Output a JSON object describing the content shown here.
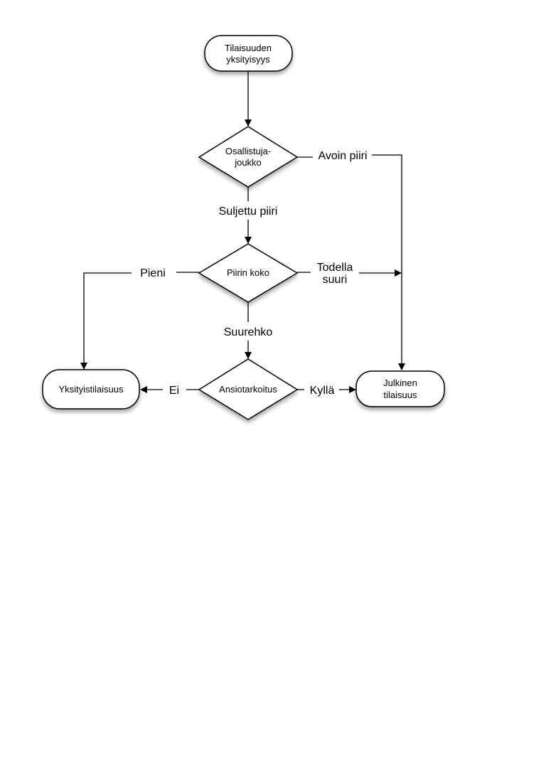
{
  "nodes": {
    "start": {
      "line1": "Tilaisuuden",
      "line2": "yksityisyys"
    },
    "participants": {
      "line1": "Osallistuja-",
      "line2": "joukko"
    },
    "circle_size": {
      "label": "Piirin koko"
    },
    "profit": {
      "label": "Ansiotarkoitus"
    },
    "private_event": {
      "label": "Yksityistilaisuus"
    },
    "public_event": {
      "line1": "Julkinen",
      "line2": "tilaisuus"
    }
  },
  "edges": {
    "open_circle": "Avoin piiri",
    "closed_circle": "Suljettu piiri",
    "small": "Pieni",
    "very_large_1": "Todella",
    "very_large_2": "suuri",
    "fairly_large": "Suurehko",
    "no": "Ei",
    "yes": "Kyllä"
  }
}
